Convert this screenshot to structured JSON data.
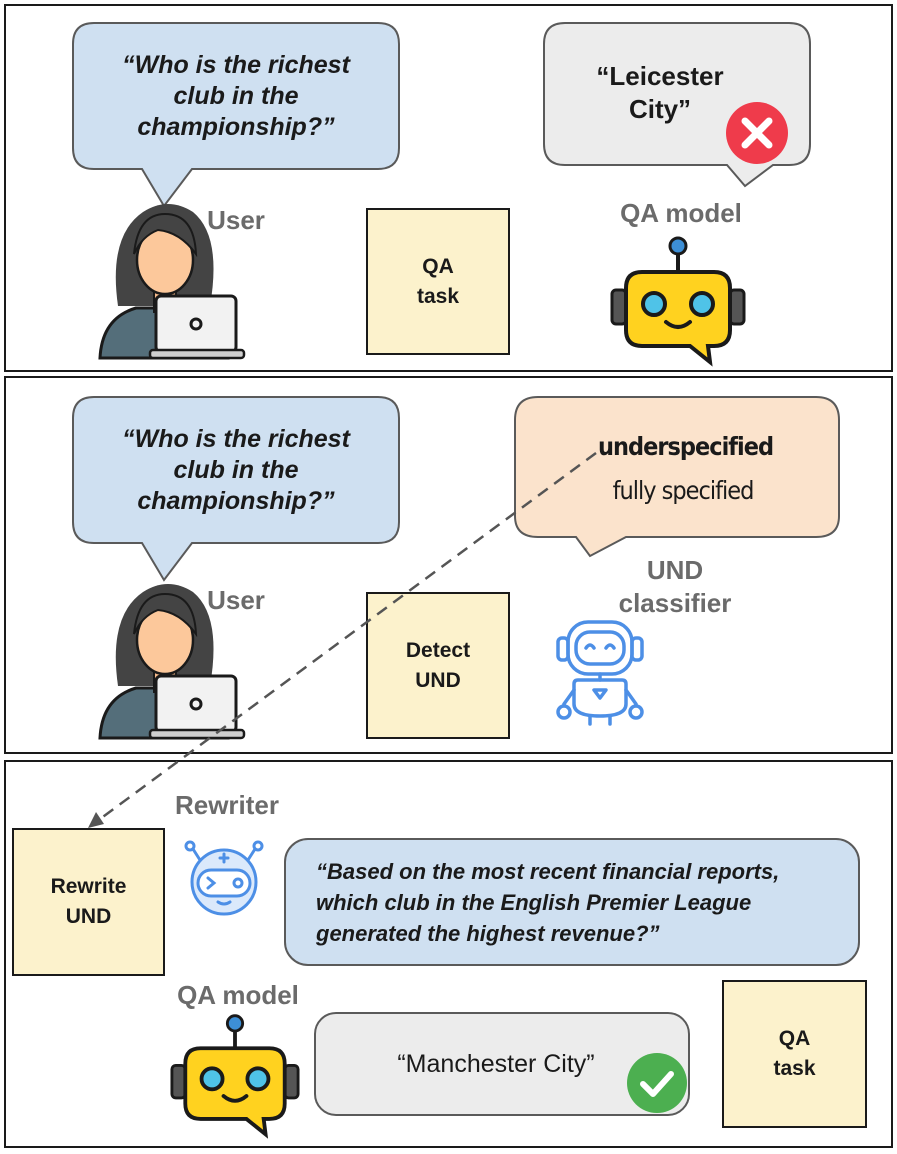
{
  "panel1": {
    "question": "“Who is the richest club in the championship?”",
    "answer": "“Leicester City”",
    "answer_status": "wrong",
    "user_label": "User",
    "model_label": "QA model",
    "task_label": "QA\ntask"
  },
  "panel2": {
    "question": "“Who is the richest club in the championship?”",
    "option_selected": "underspecified",
    "option_other": "fully specified",
    "user_label": "User",
    "classifier_label": "UND\nclassifier",
    "task_label": "Detect\nUND"
  },
  "panel3": {
    "rewriter_label": "Rewriter",
    "task_label": "Rewrite\nUND",
    "rewritten_question": "“Based on the most recent financial reports, which club in the English Premier League generated the highest revenue?”",
    "model_label": "QA model",
    "answer": "“Manchester City”",
    "answer_status": "correct",
    "qa_task_label": "QA\ntask"
  },
  "colors": {
    "question_bubble": "#cfe0f1",
    "answer_bubble": "#ececec",
    "classifier_bubble": "#fbe3cc",
    "sticky_note": "#fcf2cc",
    "wrong_mark": "#ef3b4b",
    "right_mark": "#4caf50",
    "robot_yellow": "#ffd21f",
    "robot_blue": "#4d8fe6"
  },
  "icons": [
    "user-laptop-icon",
    "robot-chat-icon",
    "robot-outline-icon",
    "robot-head-icon",
    "cross-icon",
    "check-icon"
  ]
}
